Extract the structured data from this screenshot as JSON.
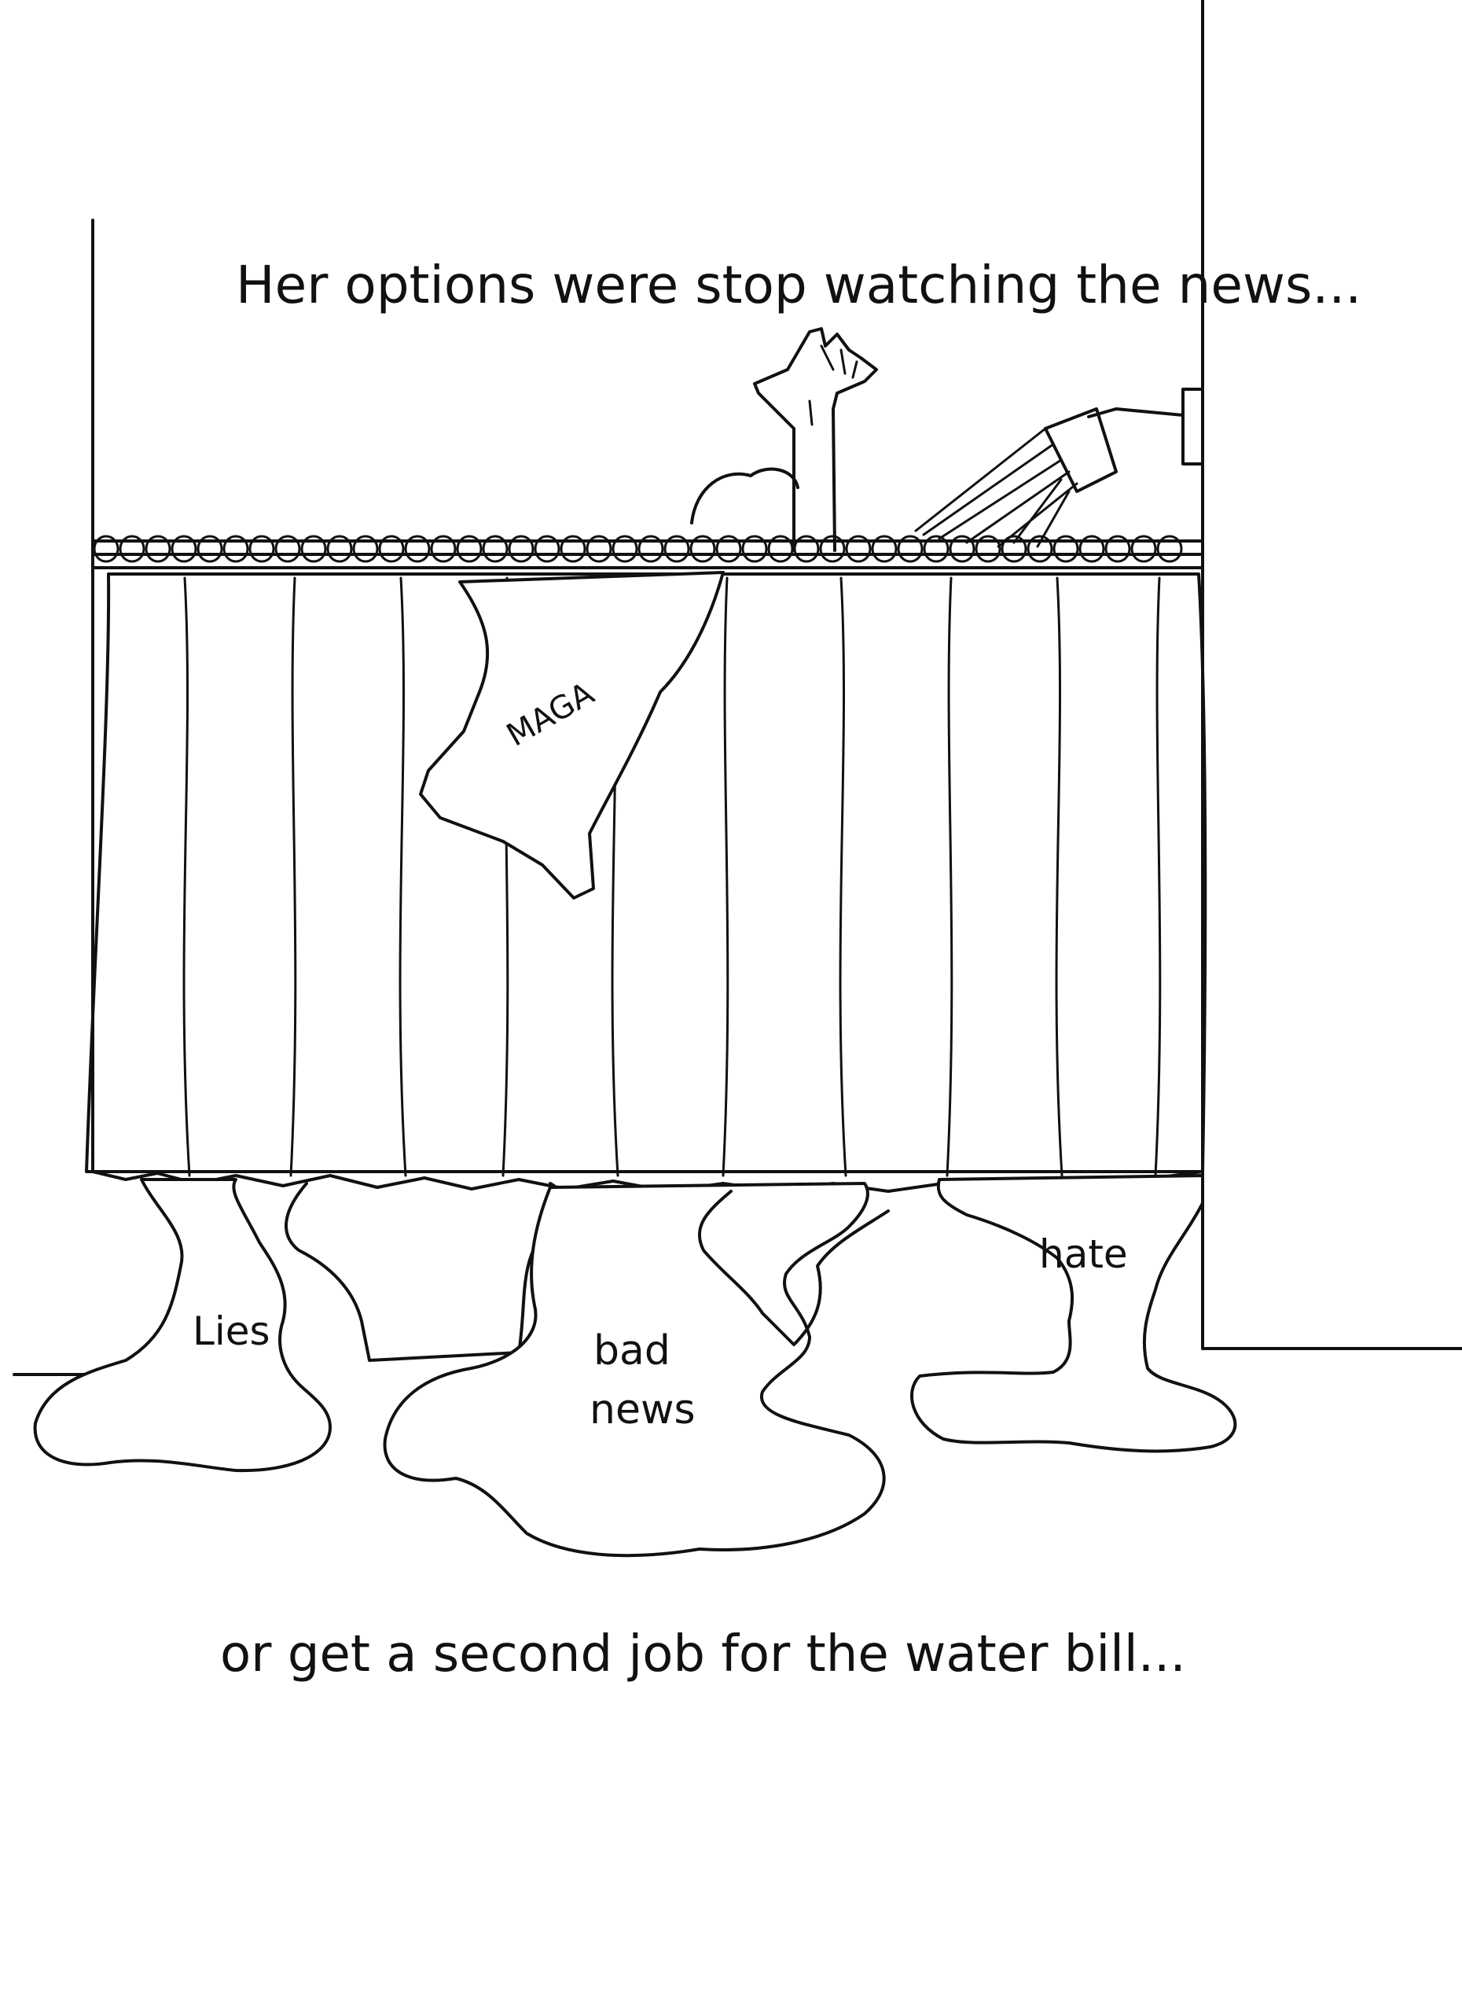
{
  "caption_top": "Her options were stop watching the news...",
  "caption_bottom": "or get a second job for the water bill...",
  "towel_label": "MAGA",
  "puddle_labels": {
    "lies": "Lies",
    "bad_news_line1": "bad",
    "bad_news_line2": "news",
    "hate": "hate"
  }
}
